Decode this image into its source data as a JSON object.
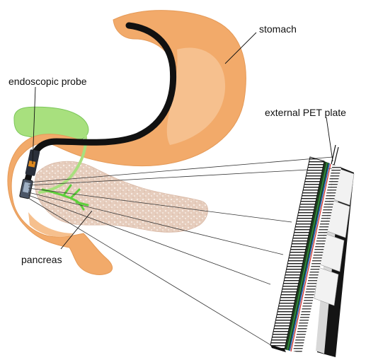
{
  "labels": {
    "stomach": "stomach",
    "probe": "endoscopic probe",
    "plate": "external PET plate",
    "pancreas": "pancreas"
  },
  "colors": {
    "stomach": "#f2aa6a",
    "stomach_highlight": "#f6c08e",
    "pancreas": "#e9d3c4",
    "gallbladder": "#a8e07e",
    "duct": "#5fcf3c",
    "endoscope": "#111111",
    "probe_body": "#2a2f3a",
    "probe_tip": "#e08a1e",
    "plate_face": "#f2f2f2",
    "plate_side": "#141414",
    "plate_stripe_blue": "#2d6fd1",
    "plate_stripe_red": "#d23030",
    "plate_stripe_green": "#2f8a3a",
    "ray": "#333333"
  }
}
